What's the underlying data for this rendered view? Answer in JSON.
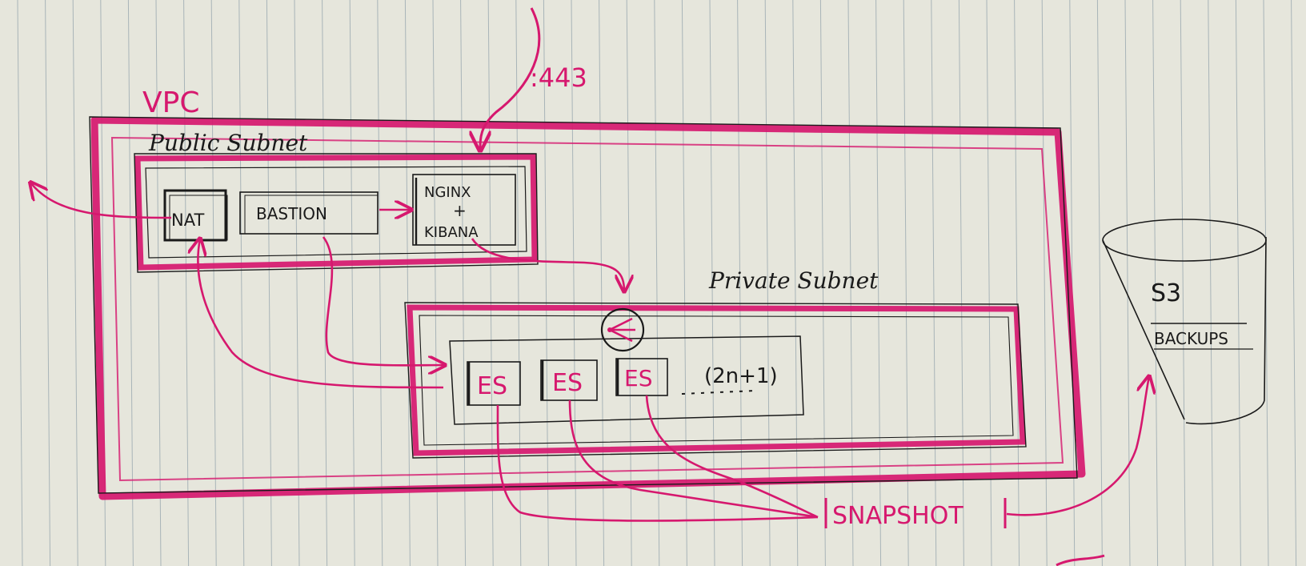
{
  "colors": {
    "paper": "#e6e6dc",
    "rule_line": "#a8b4b8",
    "ink_pink": "#d6186e",
    "ink_black": "#1a1a1a"
  },
  "labels": {
    "port": ":443",
    "vpc": "VPC",
    "public_subnet": "Public Subnet",
    "private_subnet": "Private Subnet",
    "nat": "NAT",
    "bastion": "BASTION",
    "nginx": "NGINX",
    "plus": "+",
    "kibana": "KIBANA",
    "es_1": "ES",
    "es_2": "ES",
    "es_3": "ES",
    "node_count": "(2n+1)",
    "s3": "S3",
    "backups": "BACKUPS",
    "snapshot": "SNAPSHOT"
  },
  "icons": {
    "load_balancer": "load-balancer-icon"
  }
}
